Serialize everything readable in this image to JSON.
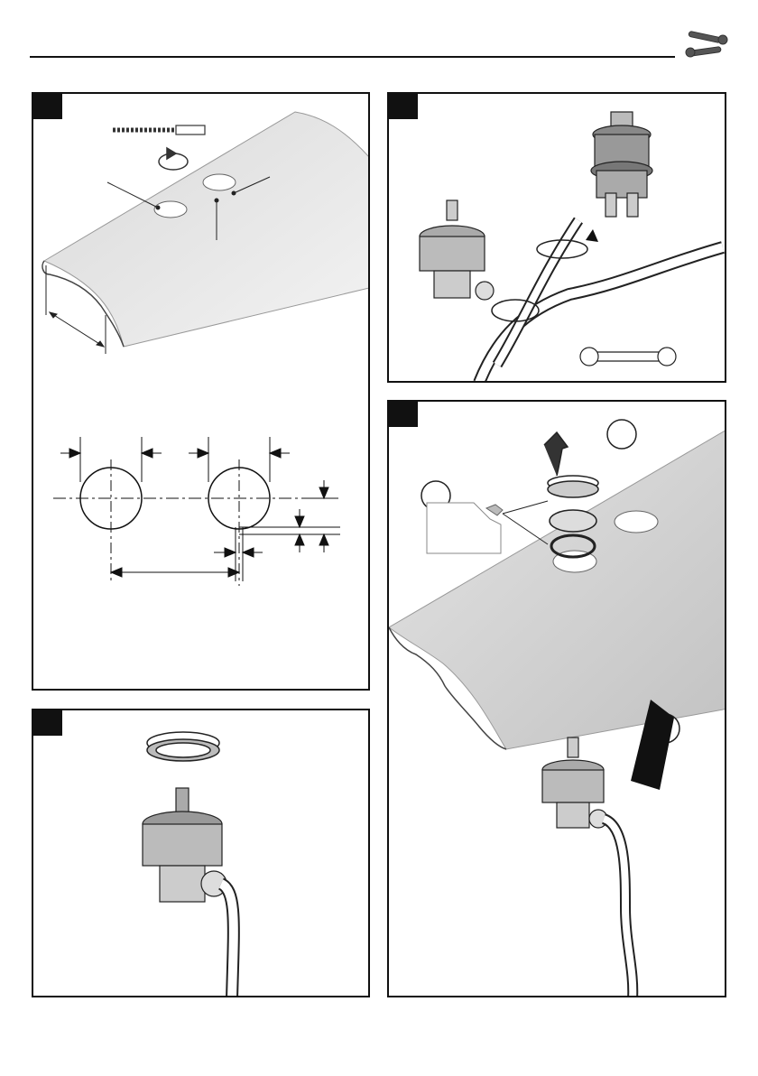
{
  "header": {
    "icon": "tools-icon"
  },
  "panels": [
    {
      "id": "drill-holes",
      "icon": "drill-bit-icon"
    },
    {
      "id": "connect-hose",
      "icon": "wrench-icon"
    },
    {
      "id": "install-valve",
      "icon": "arrow-up-icon"
    },
    {
      "id": "seal-ring",
      "icon": "seal-ring-icon"
    }
  ],
  "colors": {
    "ink": "#111111",
    "surface_light": "#e6e6e6",
    "surface_dark": "#bdbdbd"
  }
}
